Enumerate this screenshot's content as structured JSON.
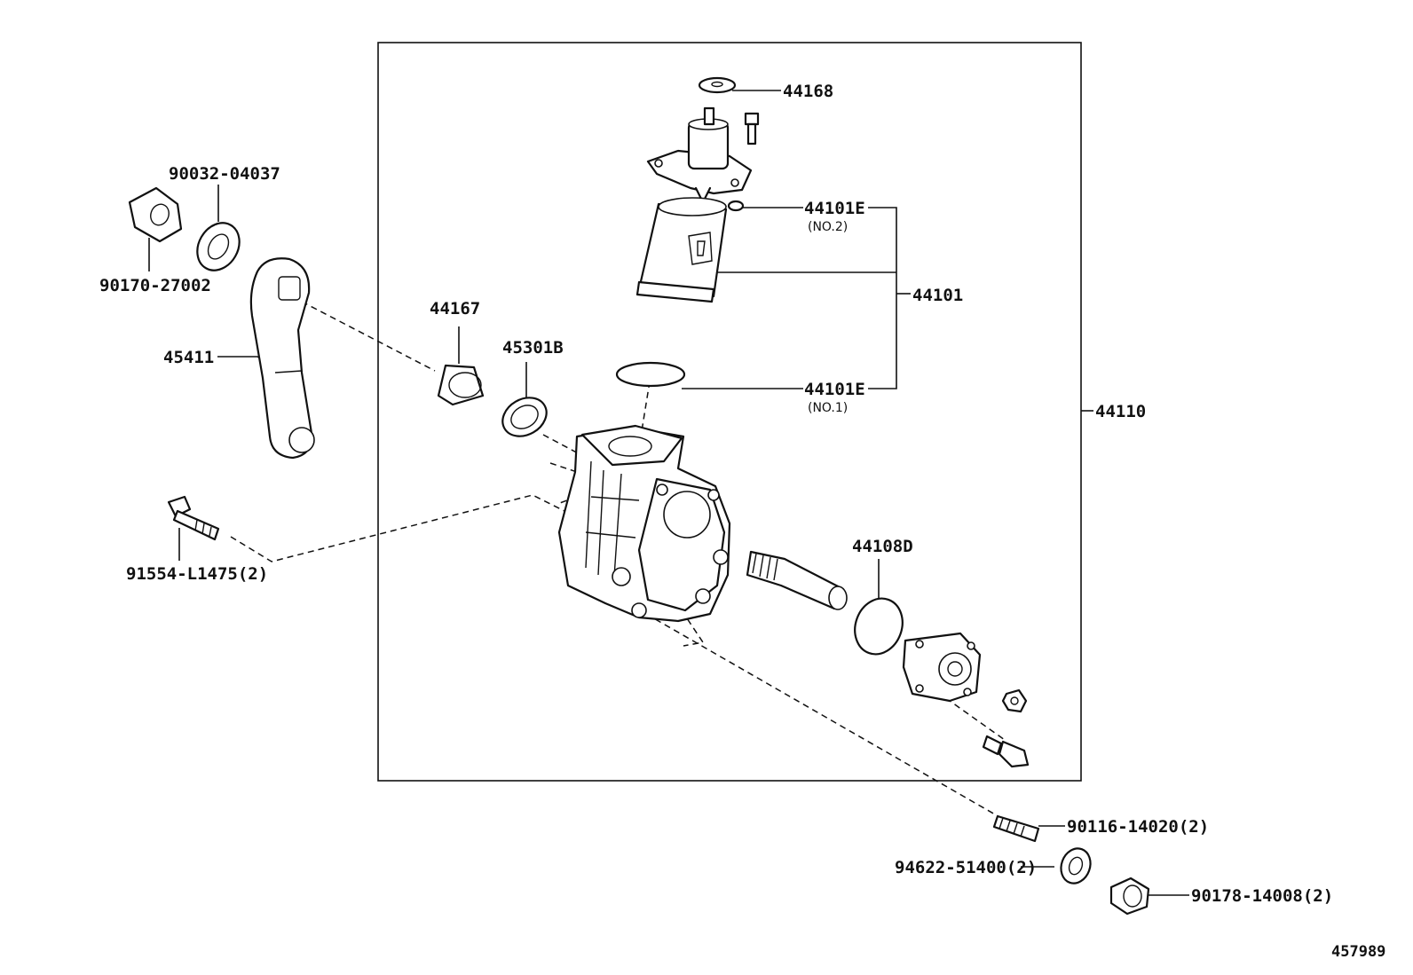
{
  "diagram_id": "457989",
  "parts": {
    "p44168": "44168",
    "p44101E_no2": "44101E",
    "p44101E_no2_note": "(NO.2)",
    "p44101": "44101",
    "p44101E_no1": "44101E",
    "p44101E_no1_note": "(NO.1)",
    "p44110": "44110",
    "p44167": "44167",
    "p45301B": "45301B",
    "p44108D": "44108D",
    "p90032": "90032-04037",
    "p90170": "90170-27002",
    "p45411": "45411",
    "p91554": "91554-L1475(2)",
    "p90116": "90116-14020(2)",
    "p94622": "94622-51400(2)",
    "p90178": "90178-14008(2)"
  }
}
